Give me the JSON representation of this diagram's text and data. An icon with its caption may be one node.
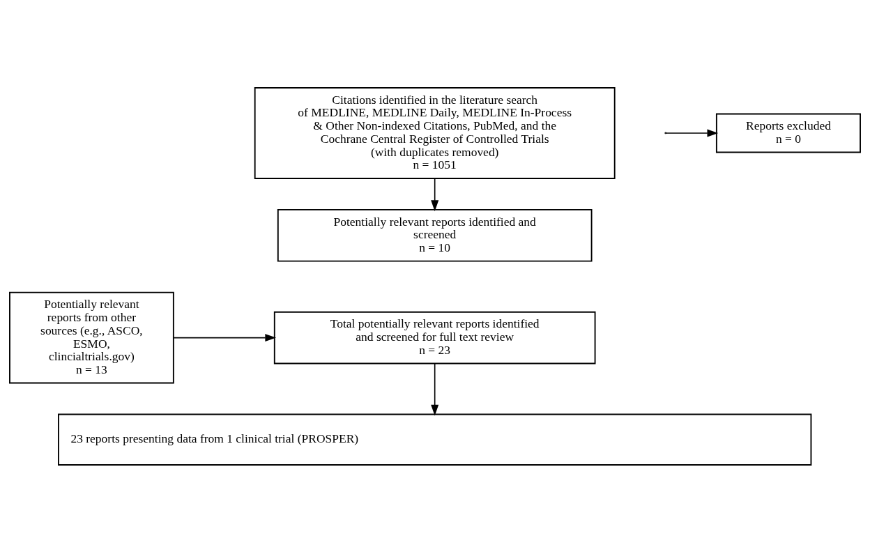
{
  "diagram": {
    "nodes": [
      {
        "text": [
          "Citations identified in the literature search of MEDLINE, MEDLINE Daily, MEDLINE In-Process & Other Non-indexed Citations, PubMed, and the Cochrane Central Register of Controlled Trials (with duplicates removed)",
          "n = 1051"
        ]
      },
      {
        "text": [
          "Potentially relevant reports identified and screened",
          "n = 10"
        ]
      },
      {
        "text": [
          "Potentially relevant reports from other sources (e.g., ASCO, ESMO, clincialtrials.gov)",
          "n = 13"
        ]
      },
      {
        "text": [
          "Total potentially relevant reports identified and screened for full text review",
          "n = 23"
        ]
      },
      {
        "text": [
          "Reports excluded",
          "n = 0"
        ]
      },
      {
        "text": [
          "23 reports presenting data from 1 clinical trial (PROSPER)"
        ]
      }
    ],
    "edges": [
      {
        "from": 0,
        "to": 1,
        "arrow": "to"
      },
      {
        "from": 2,
        "to": 3,
        "arrow": "to"
      },
      {
        "from": 3,
        "to": 5,
        "arrow": "to"
      },
      {
        "from": null,
        "to": 4,
        "arrow": "to"
      }
    ]
  }
}
